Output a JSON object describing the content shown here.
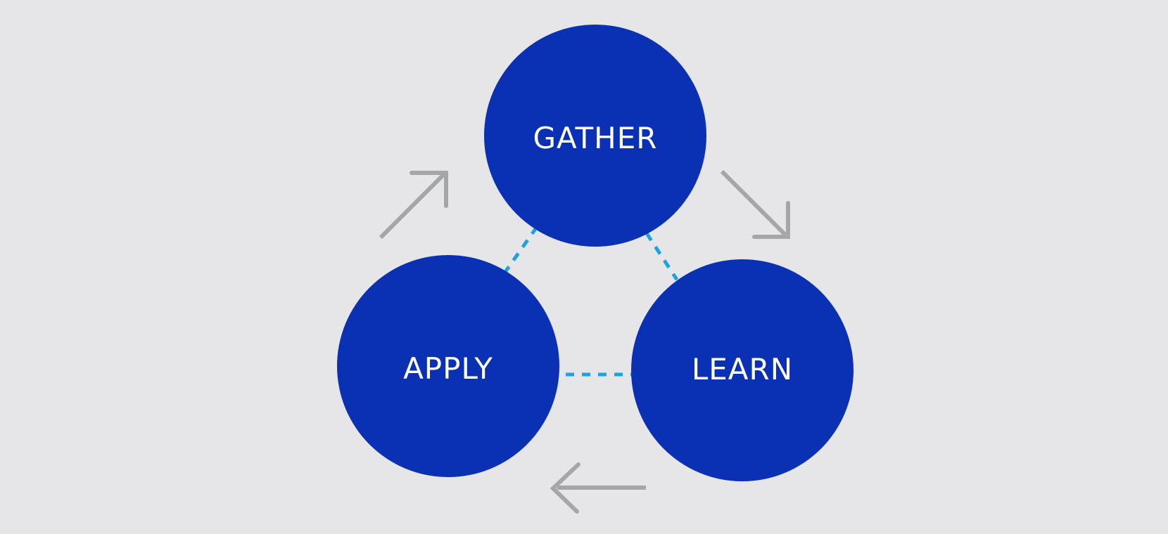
{
  "diagram": {
    "colors": {
      "background": "#e6e6e8",
      "node_fill": "#0a31b3",
      "node_text": "#ffffff",
      "arrow": "#a5a6a8",
      "connector": "#1aa3e2"
    },
    "nodes": {
      "gather": {
        "label": "GATHER"
      },
      "learn": {
        "label": "LEARN"
      },
      "apply": {
        "label": "APPLY"
      }
    },
    "cycle_direction": [
      "GATHER",
      "LEARN",
      "APPLY",
      "GATHER"
    ]
  }
}
